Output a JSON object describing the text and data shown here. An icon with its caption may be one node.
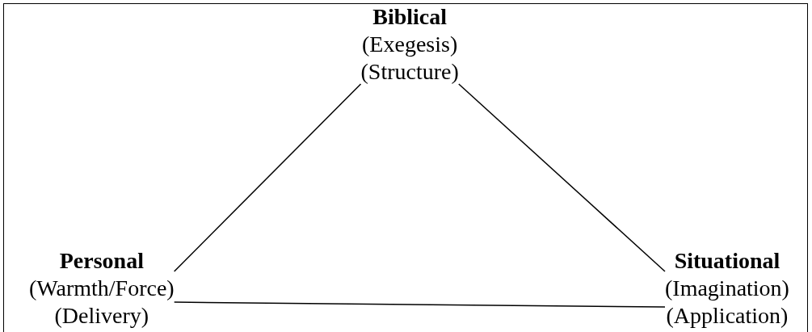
{
  "diagram": {
    "nodes": [
      {
        "text": [
          "Biblical",
          "(Exegesis)",
          "(Structure)"
        ]
      },
      {
        "text": [
          "Personal",
          "(Warmth/Force)",
          "(Delivery)"
        ]
      },
      {
        "text": [
          "Situational",
          "(Imagination)",
          "(Application)"
        ]
      }
    ],
    "edges": [
      {
        "from": 0,
        "to": 1,
        "arrow": "none"
      },
      {
        "from": 0,
        "to": 2,
        "arrow": "none"
      },
      {
        "from": 1,
        "to": 2,
        "arrow": "none"
      }
    ]
  }
}
